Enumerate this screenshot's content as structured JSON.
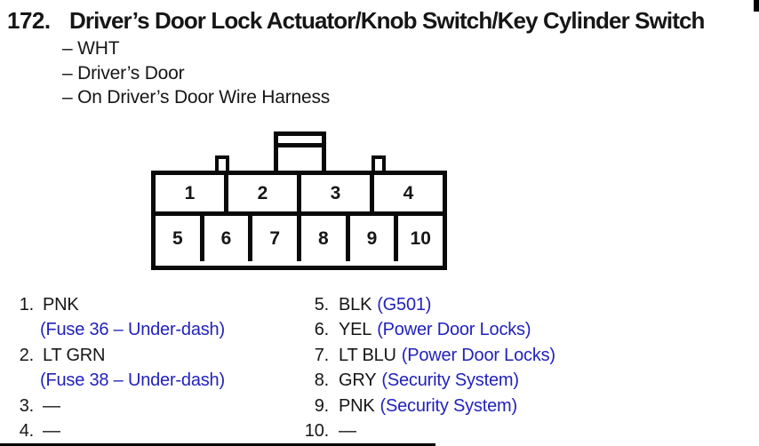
{
  "page": {
    "item_number": "172.",
    "title": "Driver’s Door Lock Actuator/Knob Switch/Key Cylinder Switch",
    "subtitle_lines": [
      "– WHT",
      "– Driver’s Door",
      "– On Driver’s Door Wire Harness"
    ]
  },
  "connector": {
    "top_row": [
      "1",
      "2",
      "3",
      "4"
    ],
    "bottom_row": [
      "5",
      "6",
      "7",
      "8",
      "9",
      "10"
    ]
  },
  "pins": {
    "left": [
      {
        "num": "1.",
        "wire": "PNK",
        "note": "(Fuse 36 – Under-dash)"
      },
      {
        "num": "2.",
        "wire": "LT GRN",
        "note": "(Fuse 38 – Under-dash)"
      },
      {
        "num": "3.",
        "wire": "—"
      },
      {
        "num": "4.",
        "wire": "—"
      }
    ],
    "right": [
      {
        "num": "5.",
        "wire": "BLK",
        "note": "(G501)"
      },
      {
        "num": "6.",
        "wire": "YEL",
        "note": "(Power Door Locks)"
      },
      {
        "num": "7.",
        "wire": "LT BLU",
        "note": "(Power Door Locks)"
      },
      {
        "num": "8.",
        "wire": "GRY",
        "note": "(Security System)"
      },
      {
        "num": "9.",
        "wire": "PNK",
        "note": "(Security System)"
      },
      {
        "num": "10.",
        "wire": "—"
      }
    ]
  },
  "colors": {
    "text": "#161616",
    "note_blue": "#2222bb"
  }
}
